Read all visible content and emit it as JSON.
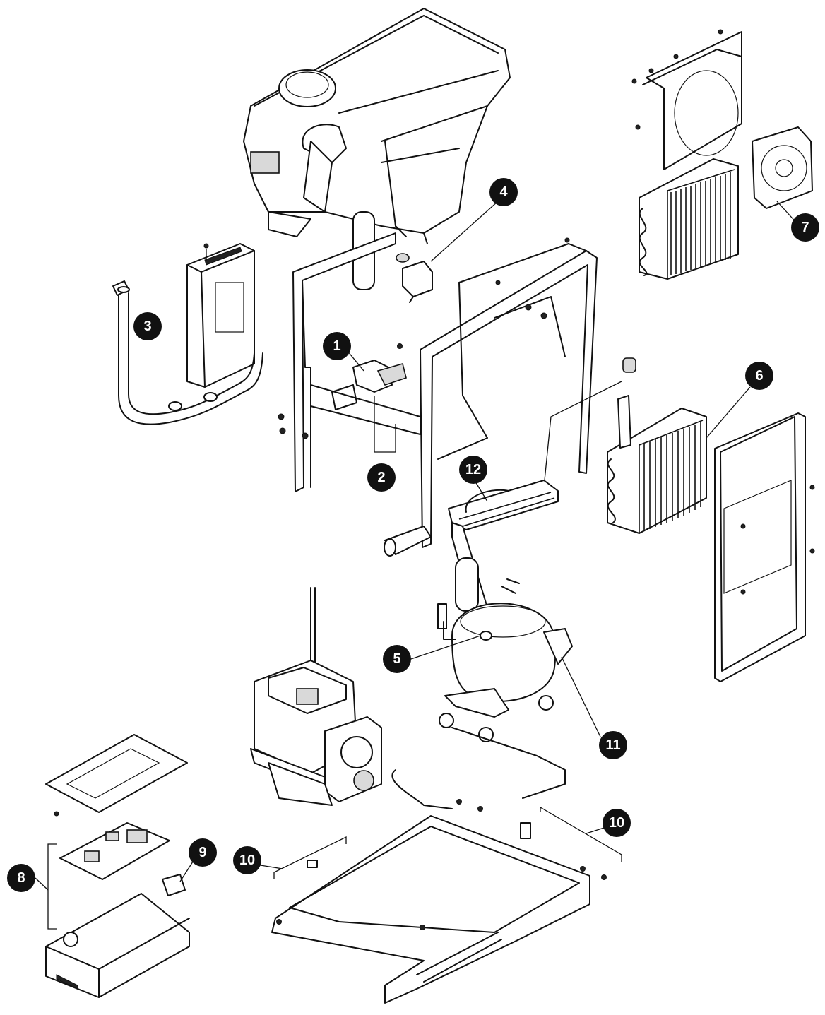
{
  "colors": {
    "line": "#111111",
    "badge": "#111111",
    "badge_text": "#ffffff",
    "background": "#ffffff"
  },
  "callouts": [
    {
      "id": "1",
      "label": "1"
    },
    {
      "id": "2",
      "label": "2"
    },
    {
      "id": "3",
      "label": "3"
    },
    {
      "id": "4",
      "label": "4"
    },
    {
      "id": "5",
      "label": "5"
    },
    {
      "id": "6",
      "label": "6"
    },
    {
      "id": "7",
      "label": "7"
    },
    {
      "id": "8",
      "label": "8"
    },
    {
      "id": "9",
      "label": "9"
    },
    {
      "id": "10a",
      "label": "10"
    },
    {
      "id": "10b",
      "label": "10"
    },
    {
      "id": "11",
      "label": "11"
    },
    {
      "id": "12",
      "label": "12"
    }
  ]
}
